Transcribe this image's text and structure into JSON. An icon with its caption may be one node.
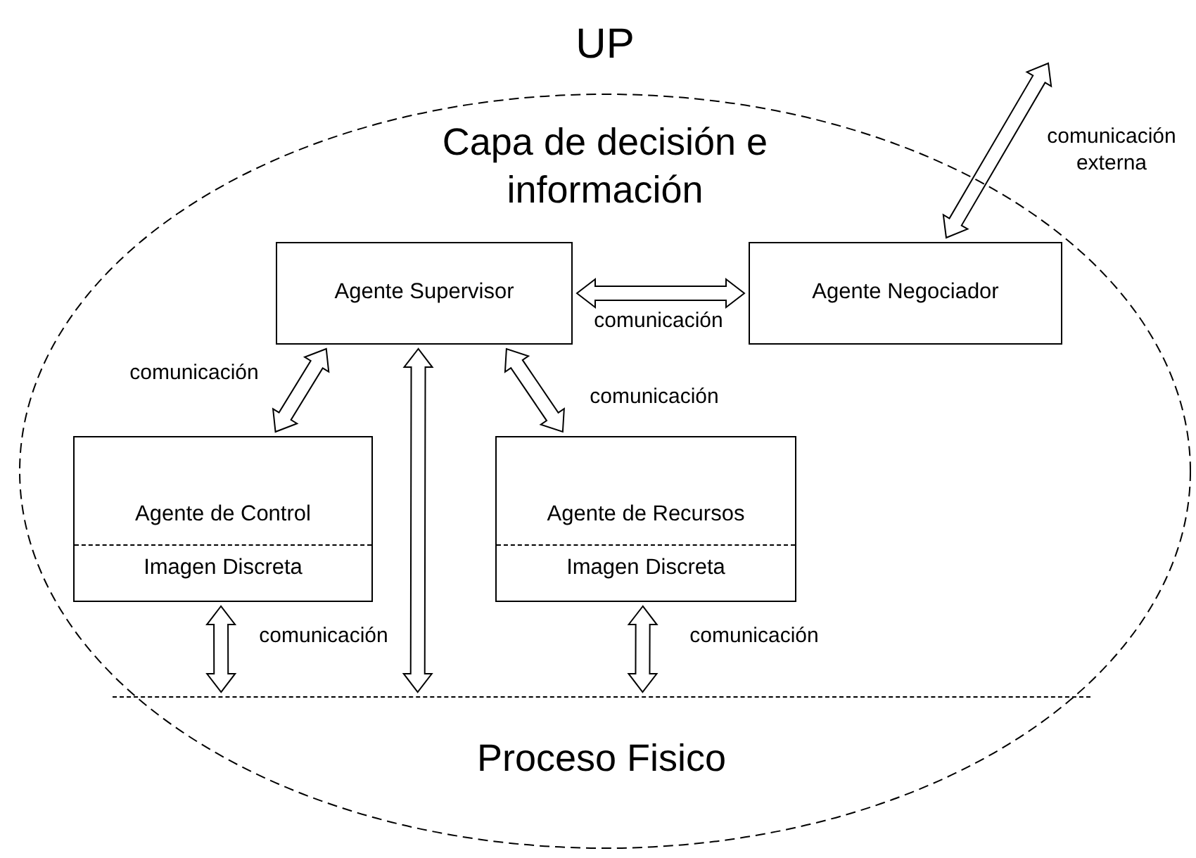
{
  "diagram": {
    "nodes": [
      {
        "text": [
          "UP",
          "Capa de decisión e información"
        ]
      },
      {
        "text": [
          "Agente Supervisor"
        ],
        "in": 0
      },
      {
        "text": [
          "Agente Negociador"
        ],
        "in": 0
      },
      {
        "text": [
          "Agente de Control",
          "Imagen Discreta"
        ],
        "in": 0
      },
      {
        "text": [
          "Agente de Recursos",
          "Imagen Discreta"
        ],
        "in": 0
      },
      {
        "text": [
          "Proceso Fisico"
        ],
        "in": 0
      }
    ],
    "edges": [
      {
        "from": null,
        "to": 2,
        "arrow": "both",
        "label": "comunicación externa"
      },
      {
        "from": 1,
        "to": 2,
        "arrow": "both",
        "label": "comunicación"
      },
      {
        "from": 1,
        "to": 3,
        "arrow": "both",
        "label": "comunicación"
      },
      {
        "from": 1,
        "to": 5,
        "arrow": "both"
      },
      {
        "from": 1,
        "to": 4,
        "arrow": "both",
        "label": "comunicación"
      },
      {
        "from": 3,
        "to": 5,
        "arrow": "both",
        "label": "comunicación"
      },
      {
        "from": 4,
        "to": 5,
        "arrow": "both",
        "label": "comunicación"
      }
    ]
  }
}
